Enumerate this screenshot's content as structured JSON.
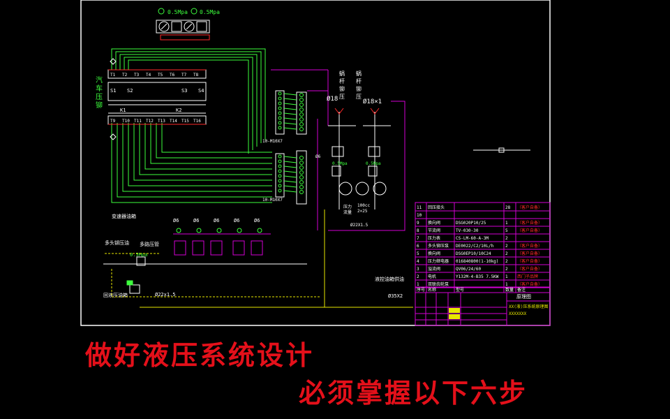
{
  "colors": {
    "background": "#000000",
    "frame": "#ffffff",
    "wire_green": "#3dff3d",
    "wire_yellow": "#e8e800",
    "wire_magenta": "#d400d4",
    "wire_white": "#ffffff",
    "wire_cyan": "#00e0e0",
    "wire_red": "#ff2a2a",
    "caption": "#e4101a"
  },
  "diagram": {
    "gauge_labels": [
      "0.5Mpa",
      "0.5Mpa"
    ],
    "top_relays": [
      "T1",
      "T2",
      "T3",
      "T4",
      "T5",
      "T6",
      "T7",
      "T8"
    ],
    "bottom_relays": [
      "T9",
      "T10",
      "T11",
      "T12",
      "T13",
      "T14",
      "T15",
      "T16"
    ],
    "switch_labels": {
      "s1": "S1",
      "s2": "S2",
      "s3": "S3",
      "s4": "S4",
      "k1": "K1",
      "k2": "K2"
    },
    "vertical_label": "汽车压铆",
    "terminal_label_1": "10-M10X7",
    "terminal_label_2": "10-M10X7",
    "side_label_a": "蜗杆铆压",
    "side_label_b": "蜗杆铆压",
    "cyl_size_a": "Ø18",
    "cyl_size_b": "Ø18×1",
    "pump_pressure_1": "0.5Mpa",
    "pump_pressure_2": "0.5Mpa",
    "pump_text_1": "压力",
    "pump_text_2": "流量",
    "pump_text_3": "100cc",
    "pump_text_4": "2×25",
    "pipe_label_a": "Ø22X1.5",
    "pipe_label_b": "Ø6",
    "valve_block_label_1": "变速器油箱",
    "valve_block_label_2": "多头铆压油",
    "valve_block_label_3": "多路压管",
    "pressure_small": "0.5Mpa",
    "tank_label": "回液压油箱",
    "bottom_pipe_1": "Ø22x1.5",
    "bottom_pipe_2": "Ø35X2",
    "return_label": "液控油箱供油",
    "pipe_sizes": [
      "Ø6",
      "Ø6",
      "Ø6",
      "Ø6",
      "Ø6"
    ]
  },
  "parts_table": {
    "rows": [
      {
        "no": "11",
        "name": "回压接头",
        "model": "",
        "qty": "28",
        "note": "（客户自备）"
      },
      {
        "no": "10",
        "name": "",
        "model": "",
        "qty": "",
        "note": ""
      },
      {
        "no": "9",
        "name": "换向阀",
        "model": "DSG020P10/25",
        "qty": "1",
        "note": "（客户自备）"
      },
      {
        "no": "8",
        "name": "节流阀",
        "model": "TV-030-30",
        "qty": "5",
        "note": "（客户自备）"
      },
      {
        "no": "7",
        "name": "压力表",
        "model": "CS-LM-60-A-3M",
        "qty": "2",
        "note": ""
      },
      {
        "no": "6",
        "name": "多头铆压泵",
        "model": "DE0022/C2/10L/h",
        "qty": "2",
        "note": "（客户自备）"
      },
      {
        "no": "5",
        "name": "换向阀",
        "model": "DSG0EP10/10C24",
        "qty": "2",
        "note": "（客户自备）"
      },
      {
        "no": "4",
        "name": "压力继电器",
        "model": "016840800(1-10kg)",
        "qty": "2",
        "note": "（客户自备）"
      },
      {
        "no": "3",
        "name": "溢流阀",
        "model": "QV06/24/60",
        "qty": "2",
        "note": "（客户自备）"
      },
      {
        "no": "2",
        "name": "电机",
        "model": "Y132M-4-B35 7.5KW",
        "qty": "1",
        "note": "西门子品牌"
      },
      {
        "no": "1",
        "name": "双联齿轮泵",
        "model": "",
        "qty": "1",
        "note": "（客户自备）"
      }
    ],
    "header": {
      "no": "序号",
      "name": "名称",
      "model": "型号",
      "qty": "数量",
      "note": "备注"
    },
    "title_block_1": "原理图",
    "title_block_2": "XX(液)压系统原理图",
    "title_block_3": "XXXXXXX"
  },
  "captions": {
    "line1": "做好液压系统设计",
    "line2": "必须掌握以下六步"
  }
}
